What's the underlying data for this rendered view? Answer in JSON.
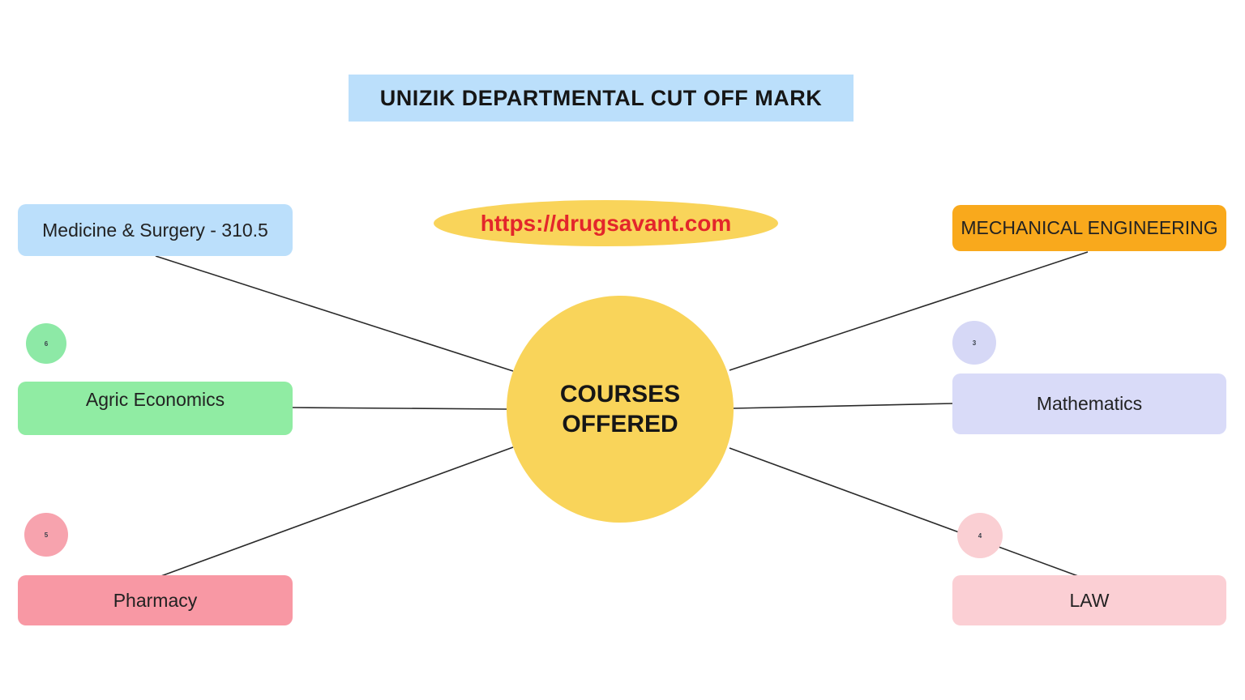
{
  "title": {
    "label": "UNIZIK DEPARTMENTAL CUT OFF MARK",
    "bg_color": "#bbdffb"
  },
  "watermark": {
    "label": "https://drugsavant.com",
    "bg_color": "#f9d45a",
    "text_color": "#e3262b"
  },
  "center": {
    "label": "COURSES OFFERED",
    "bg_color": "#f9d45a"
  },
  "branches": {
    "left": [
      {
        "label": "Medicine & Surgery - 310.5",
        "color": "#bbdffb"
      },
      {
        "label": "Agric Economics",
        "color": "#90eca3",
        "badge": "6",
        "badge_color": "#8de9a6"
      },
      {
        "label": "Pharmacy",
        "color": "#f898a4",
        "badge": "5",
        "badge_color": "#f7a3ae"
      }
    ],
    "right": [
      {
        "label": "MECHANICAL ENGINEERING",
        "color": "#f9a91c"
      },
      {
        "label": "Mathematics",
        "color": "#d9dbf8",
        "badge": "3",
        "badge_color": "#d6d8f6"
      },
      {
        "label": "LAW",
        "color": "#fbcfd4",
        "badge": "4",
        "badge_color": "#facfd3"
      }
    ]
  }
}
